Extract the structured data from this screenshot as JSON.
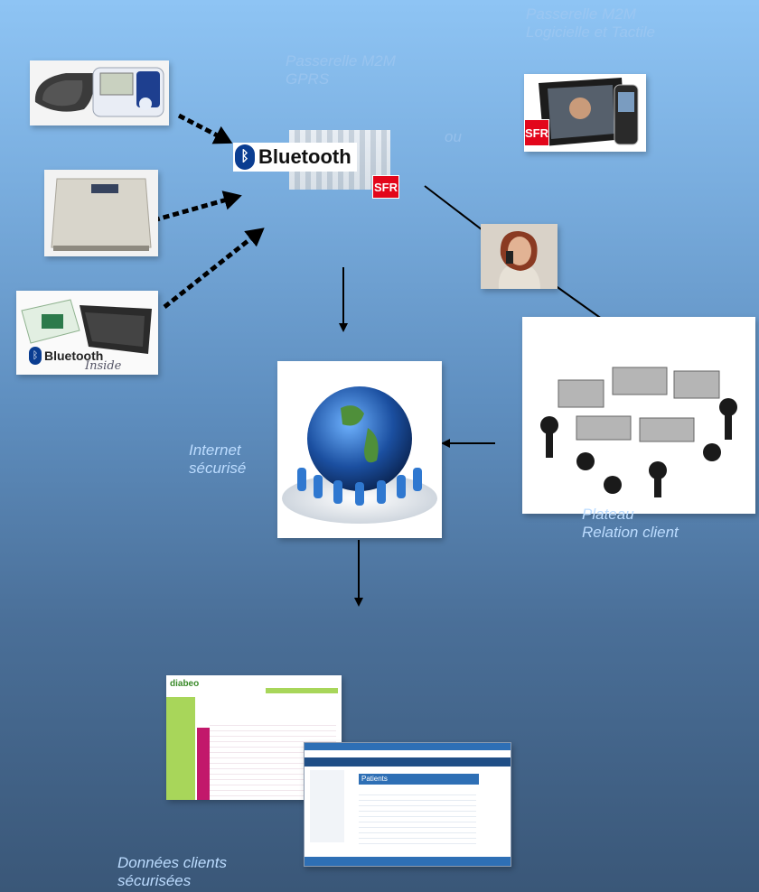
{
  "labels": {
    "gateway_gprs": "Passerelle M2M\nGPRS",
    "gateway_tablet": "Passerelle M2M\nLogicielle et Tactile",
    "ou": "ou",
    "internet": "Internet\nsécurisé",
    "plateau": "Plateau\nRelation client",
    "donnees": "Données clients\nsécurisées"
  },
  "logos": {
    "bluetooth": "Bluetooth",
    "bluetooth_inside": "Bluetooth",
    "inside": "Inside",
    "sfr": "SFR"
  },
  "screens": {
    "diabeo_logo": "diabeo",
    "patient_title": "Patients"
  },
  "colors": {
    "background_top": "#8ec4f4",
    "background_bottom": "#3a5778",
    "label": "#bcdcff",
    "sfr_red": "#e3061b",
    "bluetooth_blue": "#0a3d91",
    "diabeo_green": "#a8d65a",
    "diabeo_pink": "#c2186b",
    "portal_blue": "#2e6fb5"
  }
}
